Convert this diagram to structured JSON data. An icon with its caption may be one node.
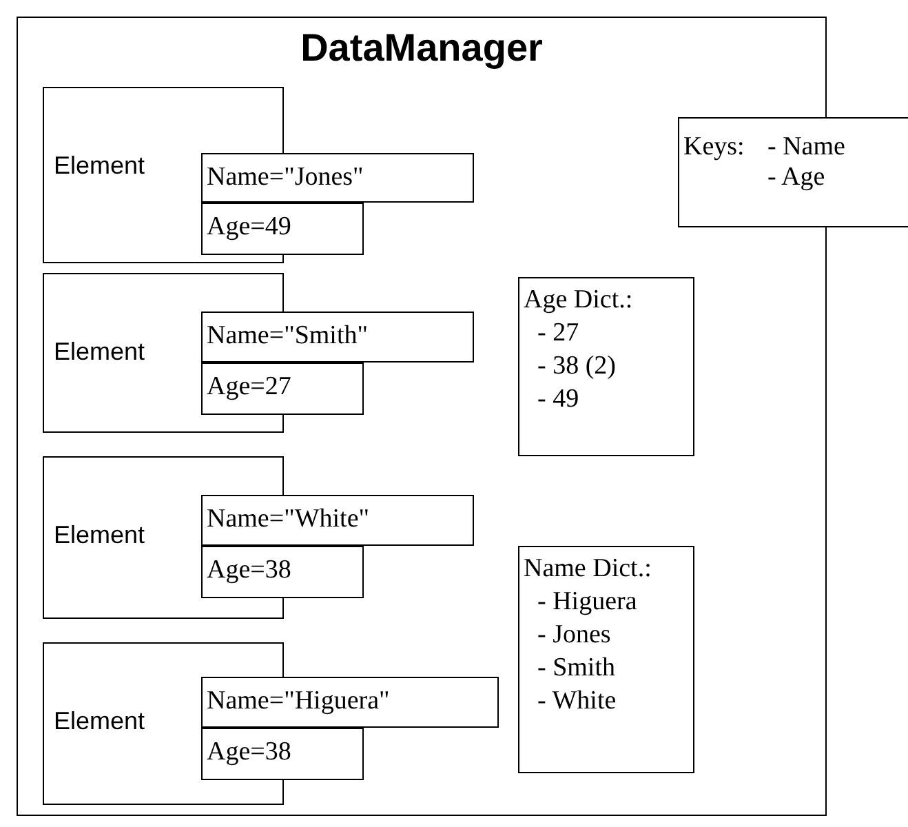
{
  "diagram": {
    "nodes": [
      {
        "text": [
          "DataManager"
        ]
      },
      {
        "text": [
          "Element"
        ],
        "in": 0
      },
      {
        "text": [
          "Name=\"Jones\""
        ],
        "in": 0
      },
      {
        "text": [
          "Age=49"
        ],
        "in": 0
      },
      {
        "text": [
          "Keys:",
          "- Name",
          "- Age"
        ]
      },
      {
        "text": [
          "Element"
        ],
        "in": 0
      },
      {
        "text": [
          "Name=\"Smith\""
        ],
        "in": 0
      },
      {
        "text": [
          "Age=27"
        ],
        "in": 0
      },
      {
        "text": [
          "Age Dict.:",
          "- 27",
          "- 38 (2)",
          "- 49"
        ],
        "in": 0
      },
      {
        "text": [
          "Element"
        ],
        "in": 0
      },
      {
        "text": [
          "Name=\"White\""
        ],
        "in": 0
      },
      {
        "text": [
          "Age=38"
        ],
        "in": 0
      },
      {
        "text": [
          "Name Dict.:",
          "- Higuera",
          "- Jones",
          "- Smith",
          "- White"
        ],
        "in": 0
      },
      {
        "text": [
          "Element"
        ],
        "in": 0
      },
      {
        "text": [
          "Name=\"Higuera\""
        ],
        "in": 0
      },
      {
        "text": [
          "Age=38"
        ],
        "in": 0
      }
    ],
    "edges": []
  }
}
